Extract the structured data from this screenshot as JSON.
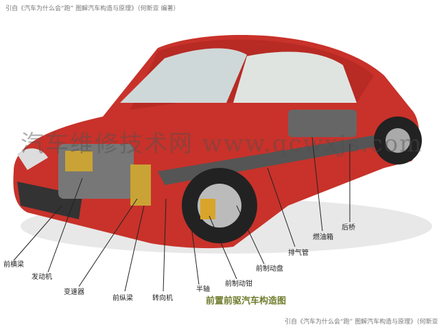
{
  "caption_top": "引自《汽车为什么会“跑” 图解汽车构造与原理》（何新亚 编著）",
  "caption_bottom": "引自《汽车为什么会“跑” 图解汽车构造与原理》（何新亚 编著）",
  "watermark": "汽车维修技术网 www.qcwxjs.com",
  "title": "前置前驱汽车构造图",
  "labels": {
    "front_crossmember": "前横梁",
    "engine": "发动机",
    "transmission": "变速器",
    "front_longitudinal_beam": "前纵梁",
    "steering_gear": "转向机",
    "half_shaft": "半轴",
    "front_brake_caliper": "前制动钳",
    "front_brake_disc": "前制动盘",
    "exhaust_pipe": "排气管",
    "fuel_tank": "燃油箱",
    "rear_axle": "后桥"
  },
  "colors": {
    "body": "#c8322a",
    "title": "#6f7d2e"
  }
}
